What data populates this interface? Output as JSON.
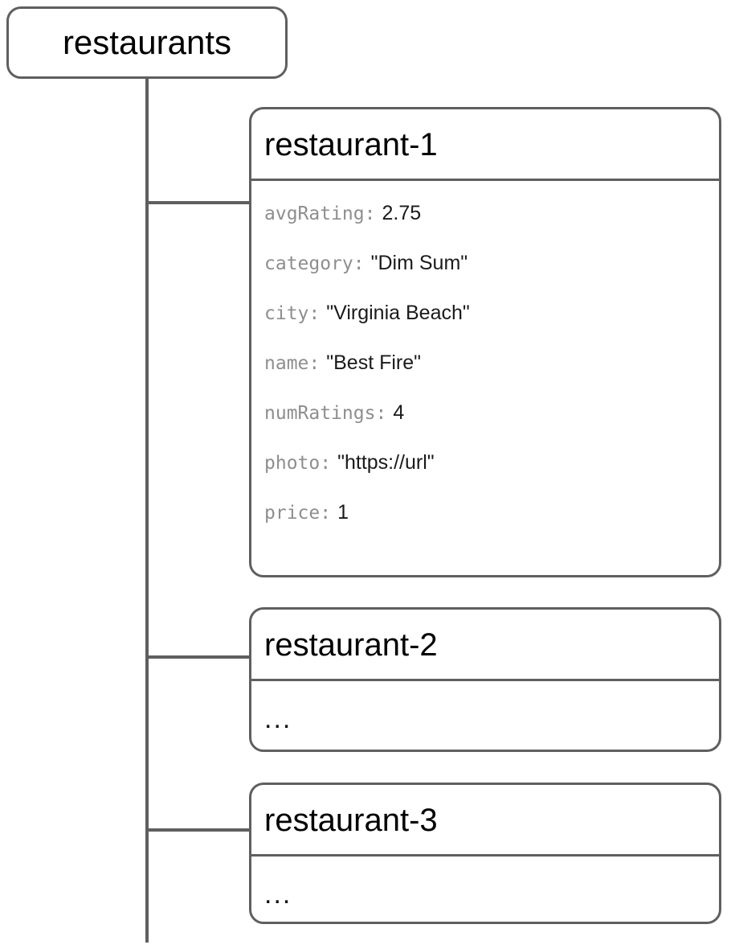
{
  "diagram": {
    "type": "firestore-collection-tree",
    "stroke_color": "#5f5f5f",
    "key_color": "#8e8e8e",
    "value_color": "#1a1a1a",
    "background": "#ffffff"
  },
  "root": {
    "label": "restaurants"
  },
  "documents": [
    {
      "title": "restaurant-1",
      "fields": [
        {
          "key": "avgRating:",
          "value": "2.75"
        },
        {
          "key": "category:",
          "value": "\"Dim Sum\""
        },
        {
          "key": "city:",
          "value": "\"Virginia Beach\""
        },
        {
          "key": "name:",
          "value": "\"Best Fire\""
        },
        {
          "key": "numRatings:",
          "value": "4"
        },
        {
          "key": "photo:",
          "value": "\"https://url\""
        },
        {
          "key": "price:",
          "value": "1"
        }
      ]
    },
    {
      "title": "restaurant-2",
      "ellipsis": "..."
    },
    {
      "title": "restaurant-3",
      "ellipsis": "..."
    }
  ]
}
